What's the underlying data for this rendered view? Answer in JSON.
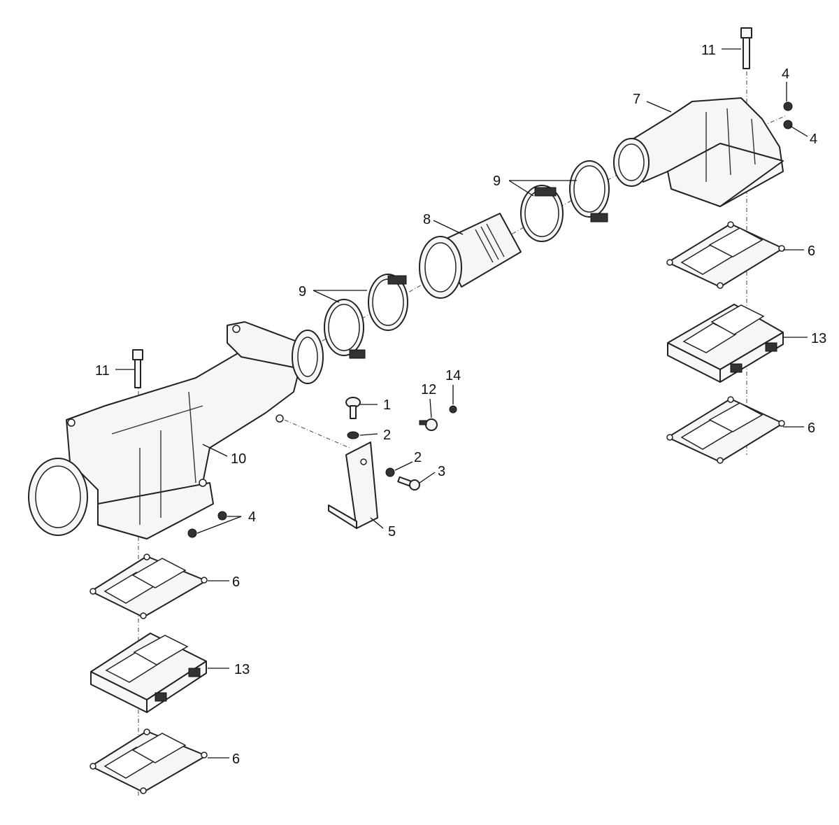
{
  "callouts": {
    "c1": "1",
    "c2a": "2",
    "c2b": "2",
    "c3": "3",
    "c4a": "4",
    "c4b": "4",
    "c4c": "4",
    "c5": "5",
    "c6a": "6",
    "c6b": "6",
    "c6c": "6",
    "c6d": "6",
    "c7": "7",
    "c8": "8",
    "c9a": "9",
    "c9b": "9",
    "c10": "10",
    "c11a": "11",
    "c11b": "11",
    "c12": "12",
    "c13a": "13",
    "c13b": "13",
    "c14": "14"
  }
}
